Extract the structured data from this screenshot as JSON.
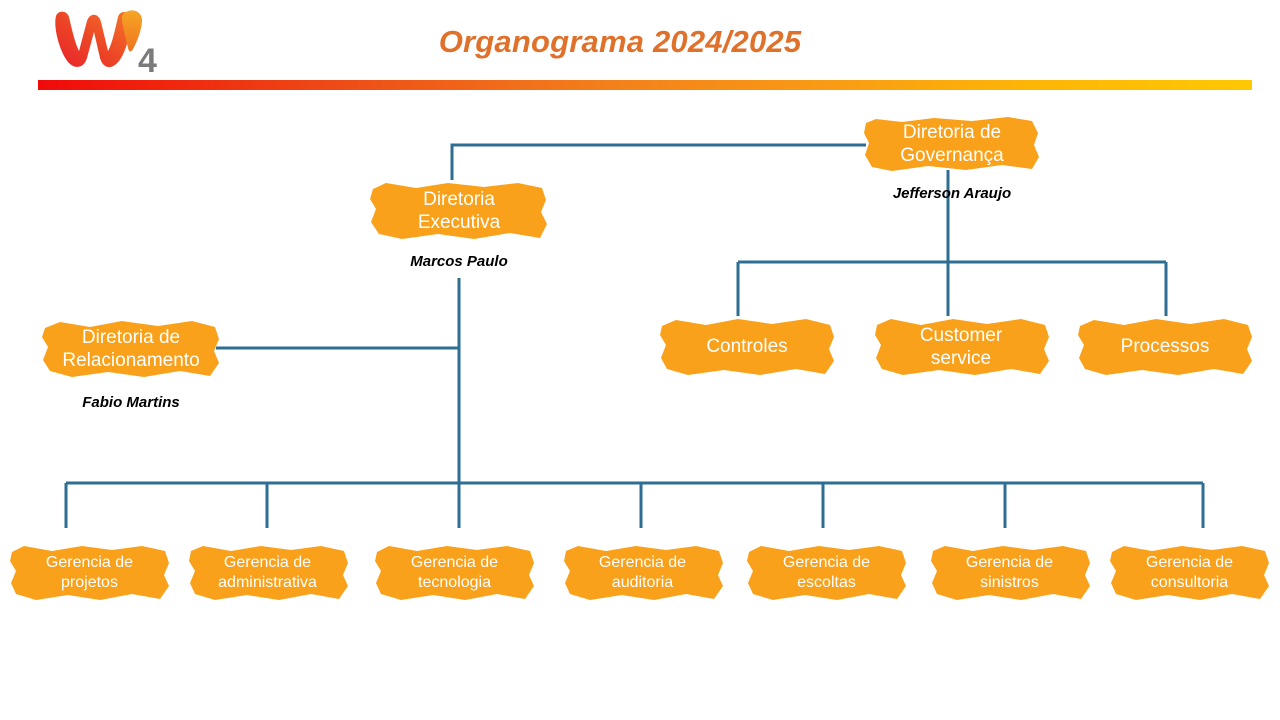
{
  "header": {
    "title": "Organograma 2024/2025",
    "logo_name": "w4-logo",
    "logo_digit": "4",
    "accent_start": "#F00A0A",
    "accent_end": "#FFC800"
  },
  "theme": {
    "node_fill": "#F9A11B",
    "node_text": "#FFFFFF",
    "connector": "#2E6E93",
    "title_color": "#E0712B",
    "person_color": "#000000",
    "background": "#FFFFFF"
  },
  "chart_data": {
    "type": "diagram",
    "title": "Organograma 2024/2025",
    "nodes": [
      {
        "id": "governanca",
        "label": "Diretoria de Governança",
        "person": "Jefferson Araujo",
        "level": 1
      },
      {
        "id": "executiva",
        "label": "Diretoria Executiva",
        "person": "Marcos Paulo",
        "level": 1
      },
      {
        "id": "relacionamento",
        "label": "Diretoria de Relacionamento",
        "person": "Fabio Martins",
        "level": 2
      },
      {
        "id": "controles",
        "label": "Controles",
        "person": "",
        "level": 2
      },
      {
        "id": "customer",
        "label": "Customer service",
        "person": "",
        "level": 2
      },
      {
        "id": "processos",
        "label": "Processos",
        "person": "",
        "level": 2
      },
      {
        "id": "projetos",
        "label": "Gerencia de projetos",
        "person": "",
        "level": 3
      },
      {
        "id": "administrativa",
        "label": "Gerencia de administrativa",
        "person": "",
        "level": 3
      },
      {
        "id": "tecnologia",
        "label": "Gerencia de tecnologia",
        "person": "",
        "level": 3
      },
      {
        "id": "auditoria",
        "label": "Gerencia de auditoria",
        "person": "",
        "level": 3
      },
      {
        "id": "escoltas",
        "label": "Gerencia de escoltas",
        "person": "",
        "level": 3
      },
      {
        "id": "sinistros",
        "label": "Gerencia de sinistros",
        "person": "",
        "level": 3
      },
      {
        "id": "consultoria",
        "label": "Gerencia de consultoria",
        "person": "",
        "level": 3
      }
    ],
    "edges": [
      {
        "from": "governanca",
        "to": "executiva"
      },
      {
        "from": "governanca",
        "to": "controles"
      },
      {
        "from": "governanca",
        "to": "customer"
      },
      {
        "from": "governanca",
        "to": "processos"
      },
      {
        "from": "executiva",
        "to": "relacionamento"
      },
      {
        "from": "executiva",
        "to": "projetos"
      },
      {
        "from": "executiva",
        "to": "administrativa"
      },
      {
        "from": "executiva",
        "to": "tecnologia"
      },
      {
        "from": "executiva",
        "to": "auditoria"
      },
      {
        "from": "executiva",
        "to": "escoltas"
      },
      {
        "from": "executiva",
        "to": "sinistros"
      },
      {
        "from": "executiva",
        "to": "consultoria"
      }
    ]
  },
  "nodes": {
    "governanca": {
      "line1": "Diretoria de",
      "line2": "Governança",
      "person": "Jefferson Araujo"
    },
    "executiva": {
      "line1": "Diretoria",
      "line2": "Executiva",
      "person": "Marcos Paulo"
    },
    "relacionamento": {
      "line1": "Diretoria de",
      "line2": "Relacionamento",
      "person": "Fabio Martins"
    },
    "controles": {
      "line1": "Controles",
      "line2": ""
    },
    "customer": {
      "line1": "Customer",
      "line2": "service"
    },
    "processos": {
      "line1": "Processos",
      "line2": ""
    },
    "projetos": {
      "line1": "Gerencia de",
      "line2": "projetos"
    },
    "administrativa": {
      "line1": "Gerencia de",
      "line2": "administrativa"
    },
    "tecnologia": {
      "line1": "Gerencia de",
      "line2": "tecnologia"
    },
    "auditoria": {
      "line1": "Gerencia de",
      "line2": "auditoria"
    },
    "escoltas": {
      "line1": "Gerencia de",
      "line2": "escoltas"
    },
    "sinistros": {
      "line1": "Gerencia de",
      "line2": "sinistros"
    },
    "consultoria": {
      "line1": "Gerencia de",
      "line2": "consultoria"
    }
  }
}
